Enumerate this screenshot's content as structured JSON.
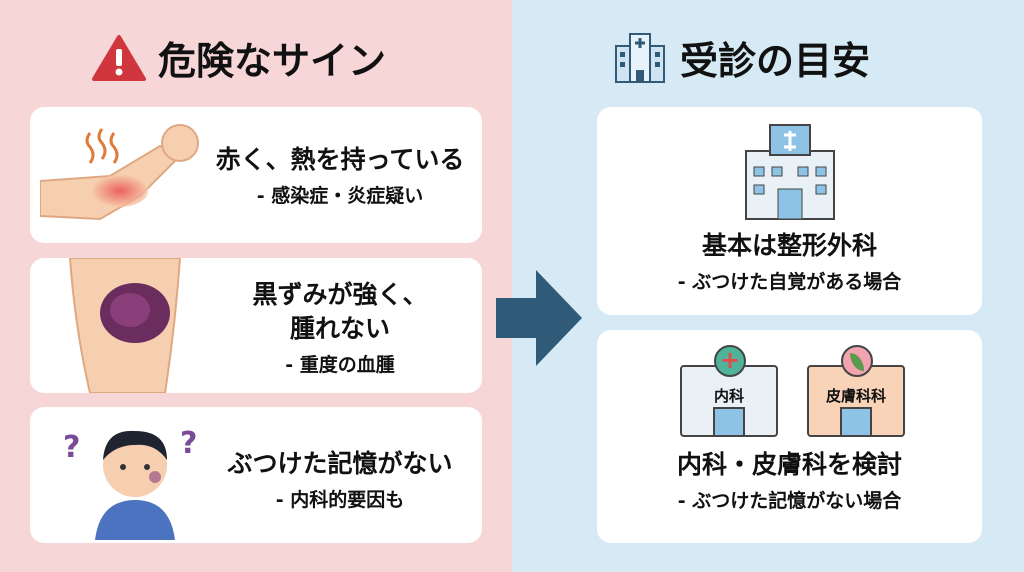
{
  "left": {
    "title": "危険なサイン",
    "cards": [
      {
        "main": "赤く、熱を持っている",
        "sub": "- 感染症・炎症疑い"
      },
      {
        "main1": "黒ずみが強く、",
        "main2": "腫れない",
        "sub": "- 重度の血腫"
      },
      {
        "main": "ぶつけた記憶がない",
        "sub": "- 内科的要因も"
      }
    ]
  },
  "right": {
    "title": "受診の目安",
    "cards": [
      {
        "main": "基本は整形外科",
        "sub": "- ぶつけた自覚がある場合"
      },
      {
        "main": "内科・皮膚科を検討",
        "sub": "- ぶつけた記憶がない場合",
        "sign1": "内科",
        "sign2": "皮膚科科"
      }
    ]
  },
  "colors": {
    "pink": "#f7d6d8",
    "blue": "#d5eaf5",
    "arrow": "#2f5a78",
    "warning": "#d0363d"
  }
}
